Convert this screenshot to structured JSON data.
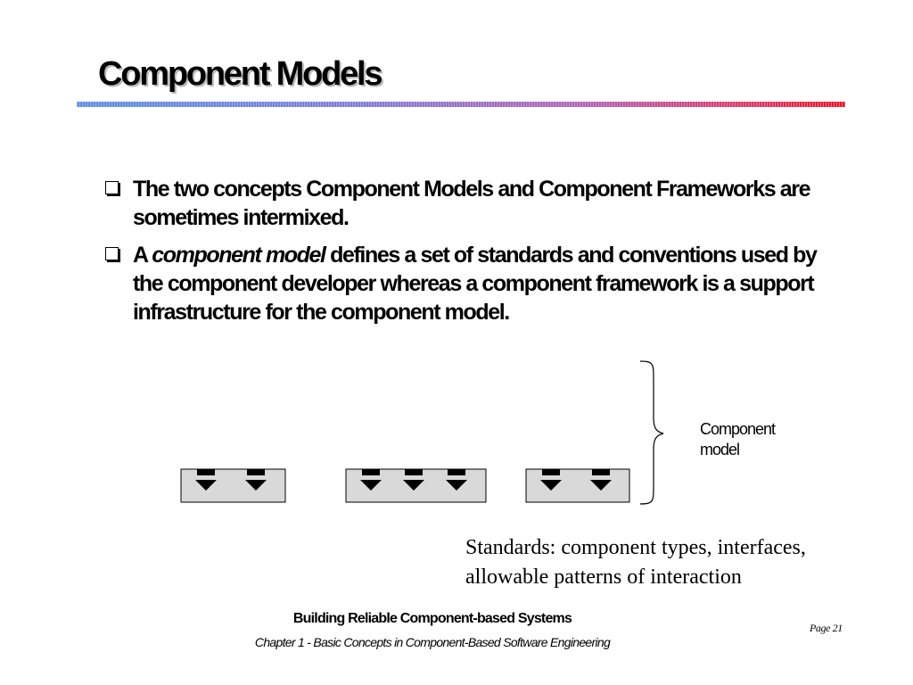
{
  "slide": {
    "title": "Component Models"
  },
  "bullets": [
    {
      "text": "The two concepts Component Models and Component Frameworks are sometimes intermixed."
    },
    {
      "prefix": "A ",
      "emphasis": "component model",
      "suffix": " defines a set of standards and conventions used by the component developer whereas a component framework is a support infrastructure for the component model."
    }
  ],
  "diagram": {
    "brace_label": "Component model",
    "caption_line1": "Standards: component types, interfaces,",
    "caption_line2": "allowable patterns of interaction",
    "components": [
      {
        "ports": 2
      },
      {
        "ports": 3
      },
      {
        "ports": 2
      }
    ]
  },
  "footer": {
    "book_title": "Building Reliable Component-based Systems",
    "chapter": "Chapter 1 -  Basic Concepts in Component-Based Software Engineering",
    "page": "Page 21"
  },
  "colors": {
    "rule_start": "#5b8de0",
    "rule_end": "#f0142a",
    "component_fill": "#d9d9d9"
  }
}
